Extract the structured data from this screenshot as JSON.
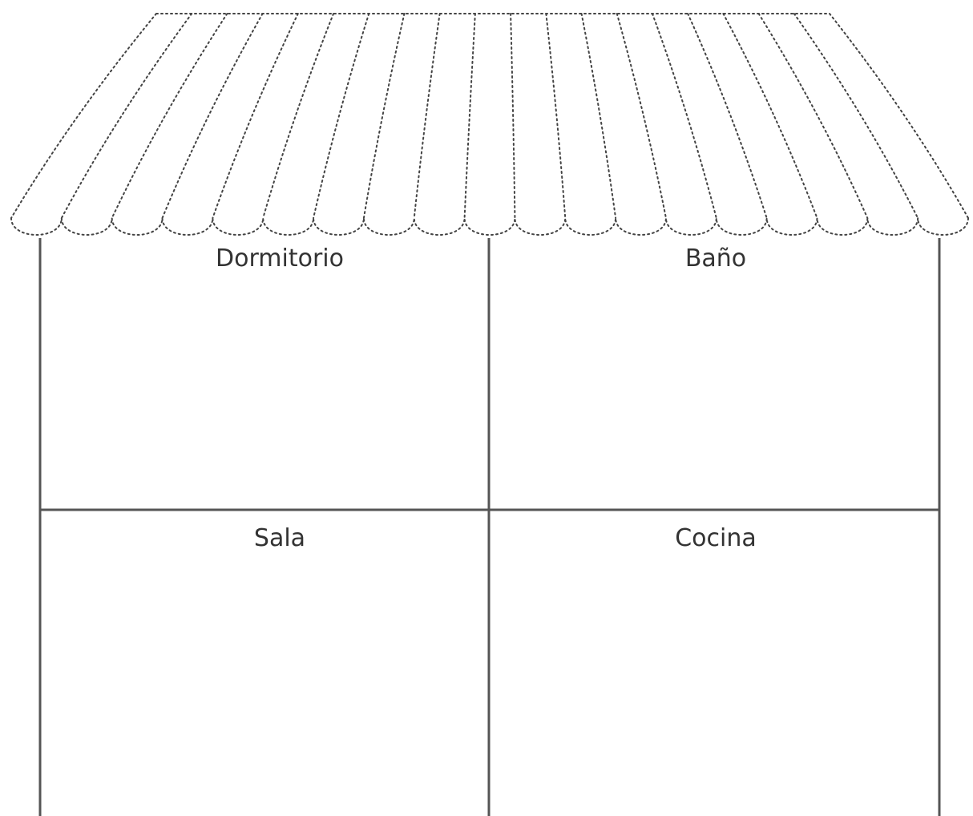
{
  "rooms": {
    "top_left": "Dormitorio",
    "top_right": "Baño",
    "bottom_left": "Sala",
    "bottom_right": "Cocina"
  },
  "colors": {
    "wall": "#555555",
    "roof_dots": "#444444",
    "label": "#333333",
    "background": "#ffffff"
  }
}
